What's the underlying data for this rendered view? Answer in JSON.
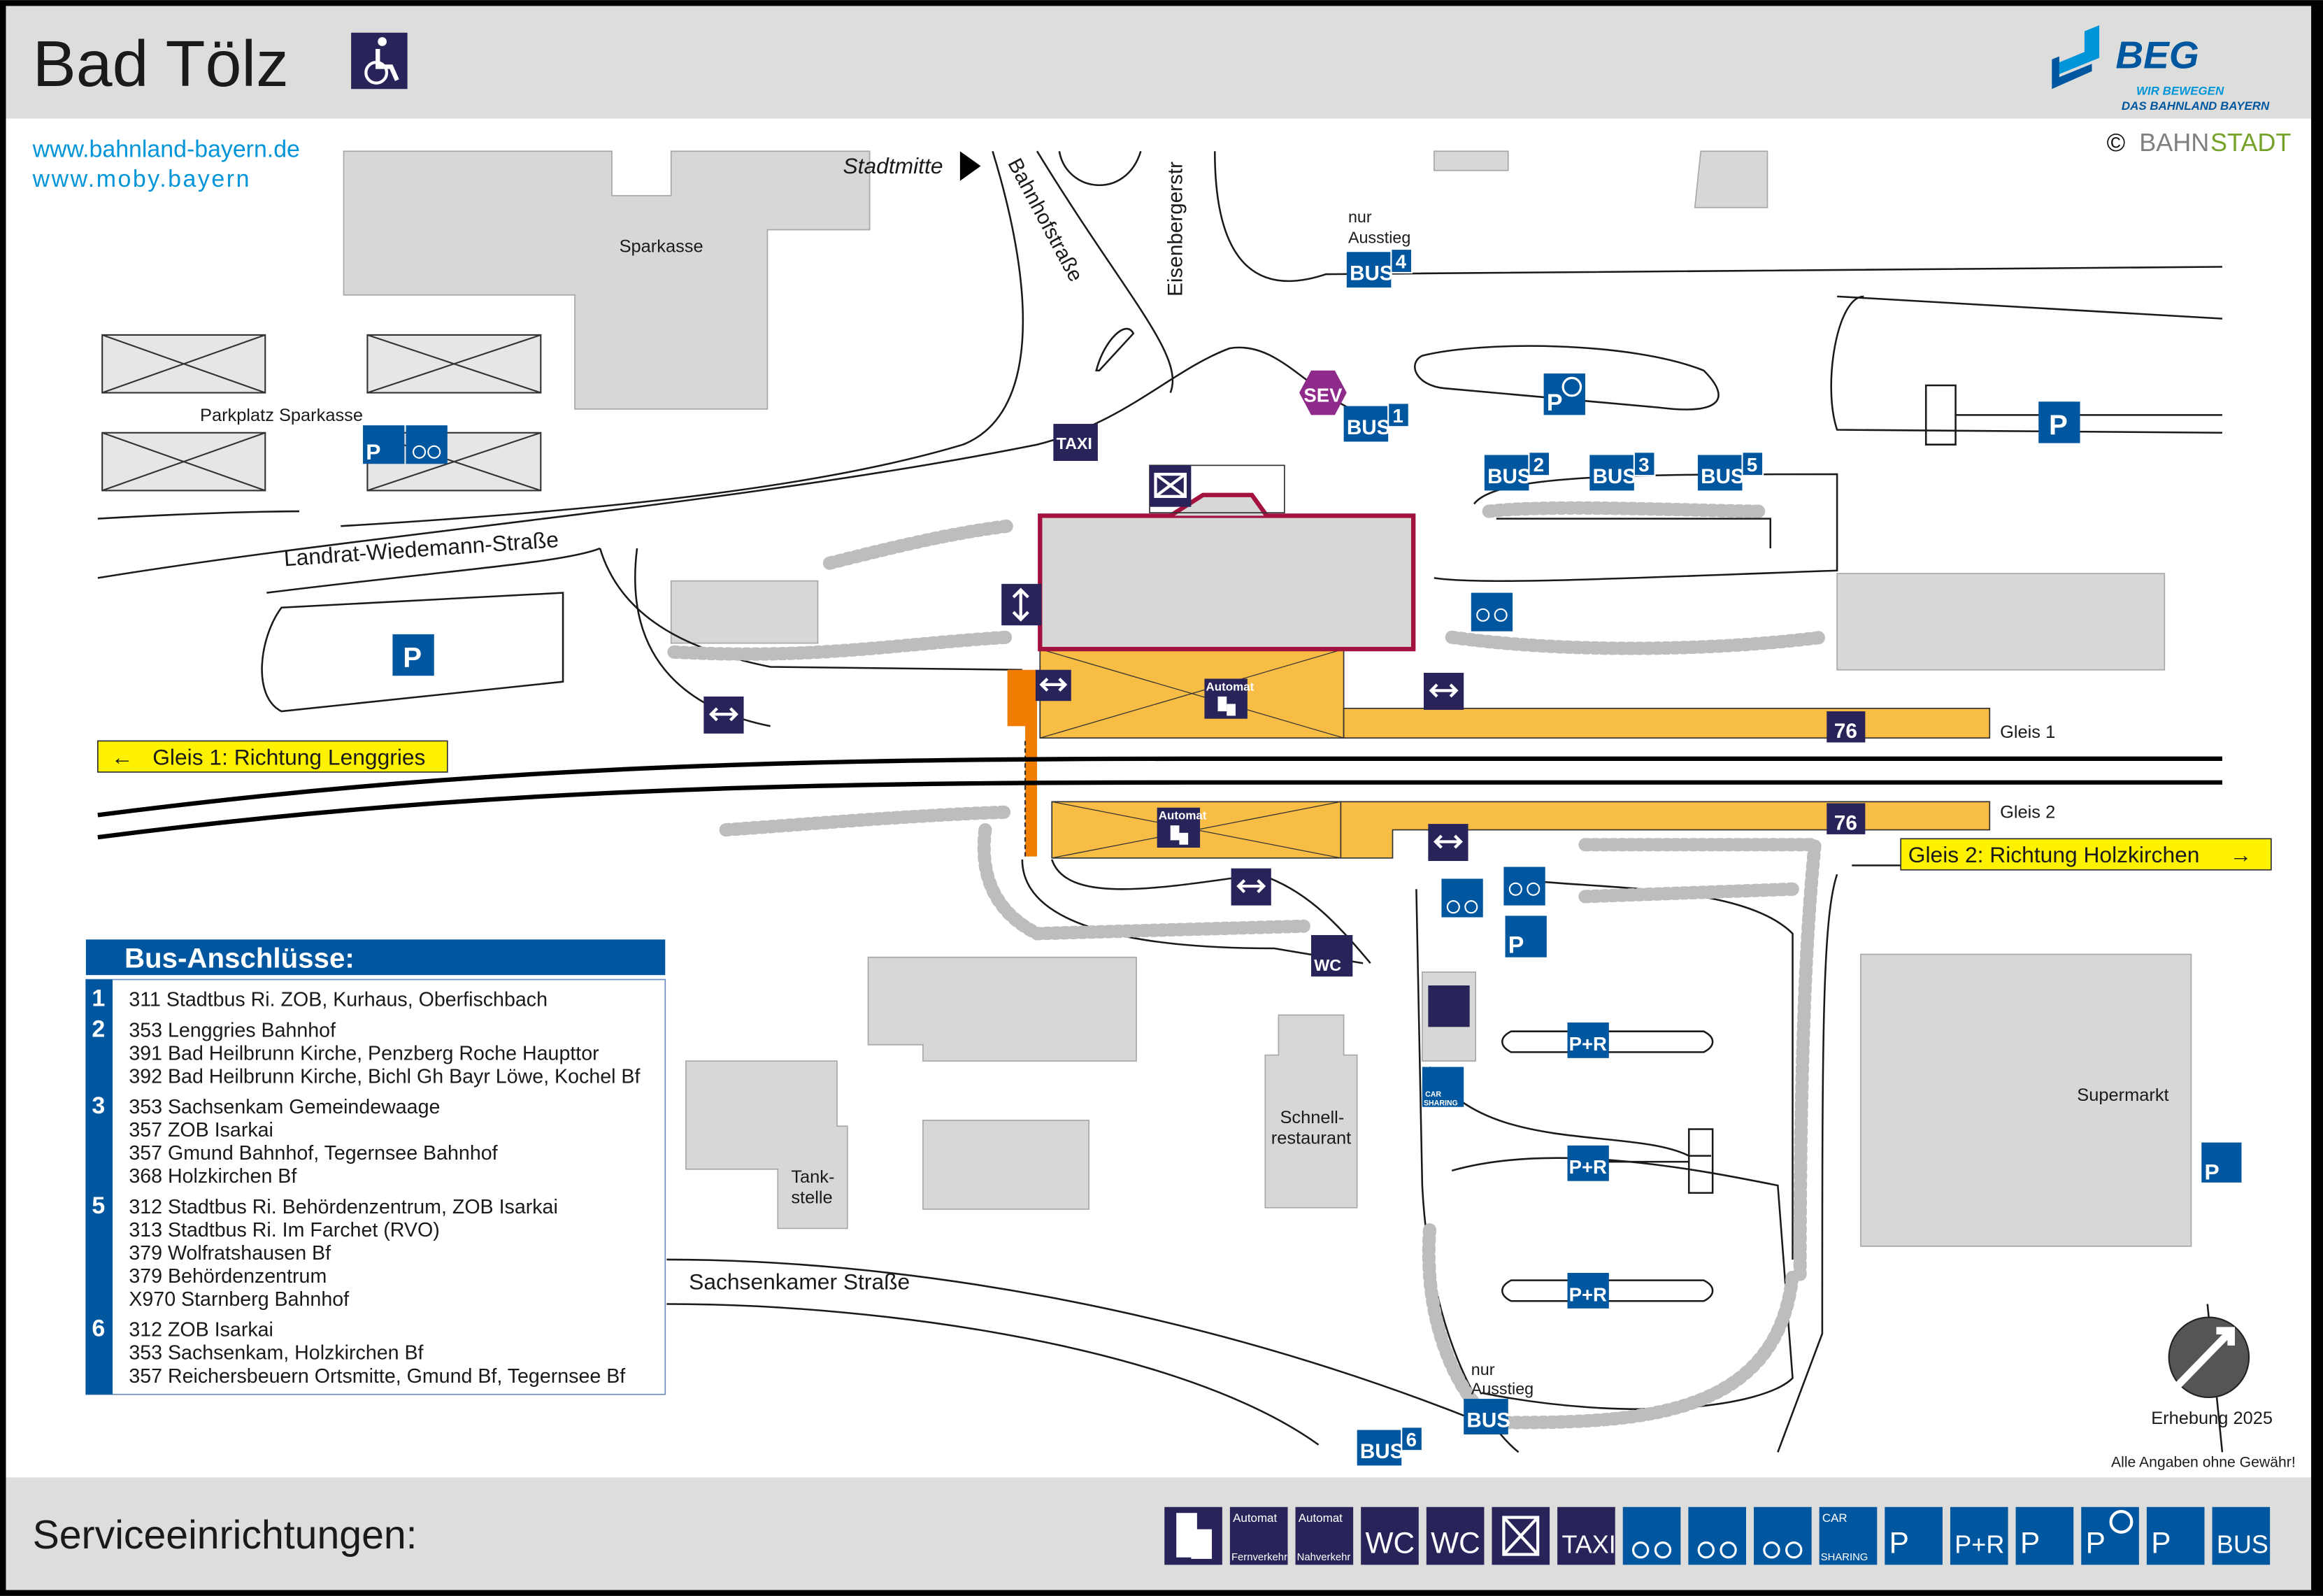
{
  "header": {
    "title": "Bad Tölz",
    "accessibility_icon": "wheelchair-icon",
    "logo": {
      "name": "BEG",
      "tagline_1": "WIR BEWEGEN",
      "tagline_2": "DAS BAHNLAND BAYERN"
    },
    "copyright": "©",
    "copyright_brand_1": "BAHN",
    "copyright_brand_2": "STADT"
  },
  "links": [
    "www.bahnland-bayern.de",
    "www.moby.bayern"
  ],
  "colors": {
    "blue": "#00579f",
    "navy": "#28245a",
    "platform": "#f8bd44",
    "orange": "#f07d00",
    "building_outline": "#a3123f",
    "yellow": "#fff200",
    "header_bg": "#dddddc"
  },
  "map": {
    "streets": {
      "stadtmitte": "Stadtmitte",
      "bahnhofstrasse": "Bahnhofstraße",
      "eisenbergerstr": "Eisenbergerstr",
      "landrat": "Landrat-Wiedemann-Straße",
      "sachsenkamer": "Sachsenkamer Straße"
    },
    "places": {
      "sparkasse": "Sparkasse",
      "parkplatz_sparkasse": "Parkplatz Sparkasse",
      "tankstelle_1": "Tank-",
      "tankstelle_2": "stelle",
      "schnell_1": "Schnell-",
      "schnell_2": "restaurant",
      "supermarkt": "Supermarkt"
    },
    "nur_ausstieg_1": "nur",
    "nur_ausstieg_2": "Ausstieg",
    "gleis_1": "Gleis 1",
    "gleis_2": "Gleis 2",
    "direction_1": "Gleis 1: Richtung Lenggries",
    "direction_2": "Gleis 2: Richtung Holzkirchen",
    "section_76": "76",
    "automat": "Automat",
    "sev": "SEV",
    "taxi": "TAXI",
    "bus": "BUS",
    "p": "P",
    "pr": "P+R",
    "wc": "WC",
    "car": "CAR",
    "sharing": "SHARING",
    "bus_stops": [
      "1",
      "2",
      "3",
      "4",
      "5",
      "6"
    ],
    "survey": "Erhebung 2025",
    "disclaimer": "Alle Angaben ohne Gewähr!"
  },
  "bus_connections": {
    "title": "Bus-Anschlüsse:",
    "stops": [
      {
        "number": "1",
        "lines": [
          "311 Stadtbus Ri. ZOB, Kurhaus, Oberfischbach"
        ]
      },
      {
        "number": "2",
        "lines": [
          "353 Lenggries Bahnhof",
          "391 Bad Heilbrunn Kirche, Penzberg Roche Haupttor",
          "392 Bad Heilbrunn Kirche, Bichl Gh Bayr Löwe, Kochel Bf"
        ]
      },
      {
        "number": "3",
        "lines": [
          "353 Sachsenkam Gemeindewaage",
          "357 ZOB Isarkai",
          "357 Gmund Bahnhof, Tegernsee Bahnhof",
          "368 Holzkirchen Bf"
        ]
      },
      {
        "number": "5",
        "lines": [
          "312 Stadtbus Ri. Behördenzentrum, ZOB Isarkai",
          "313 Stadtbus Ri. Im Farchet (RVO)",
          "379 Wolfratshausen Bf",
          "379 Behördenzentrum",
          "X970 Starnberg Bahnhof"
        ]
      },
      {
        "number": "6",
        "lines": [
          "312 ZOB Isarkai",
          "353 Sachsenkam, Holzkirchen Bf",
          "357 Reichersbeuern Ortsmitte, Gmund Bf, Tegernsee Bf"
        ]
      }
    ]
  },
  "footer": {
    "title": "Serviceeinrichtungen:",
    "legend": [
      {
        "icon": "platform-section-icon",
        "label": ""
      },
      {
        "icon": "ticket-machine-long-distance-icon",
        "label": "Automat",
        "sub": "Fernverkehr"
      },
      {
        "icon": "ticket-machine-regional-icon",
        "label": "Automat",
        "sub": "Nahverkehr"
      },
      {
        "icon": "accessible-wc-icon",
        "label": "WC"
      },
      {
        "icon": "wc-icon",
        "label": "WC"
      },
      {
        "icon": "mailbox-icon",
        "label": ""
      },
      {
        "icon": "taxi-icon",
        "label": "TAXI"
      },
      {
        "icon": "bike-repair-icon",
        "label": ""
      },
      {
        "icon": "bike-parking-icon",
        "label": ""
      },
      {
        "icon": "e-bike-charging-icon",
        "label": ""
      },
      {
        "icon": "car-sharing-icon",
        "label": "CAR",
        "sub": "SHARING"
      },
      {
        "icon": "accessible-parking-icon",
        "label": "P"
      },
      {
        "icon": "park-and-ride-icon",
        "label": "P+R"
      },
      {
        "icon": "parking-icon",
        "label": "P"
      },
      {
        "icon": "short-term-parking-icon",
        "label": "P"
      },
      {
        "icon": "ev-charging-parking-icon",
        "label": "P"
      },
      {
        "icon": "bus-icon",
        "label": "BUS"
      }
    ]
  }
}
